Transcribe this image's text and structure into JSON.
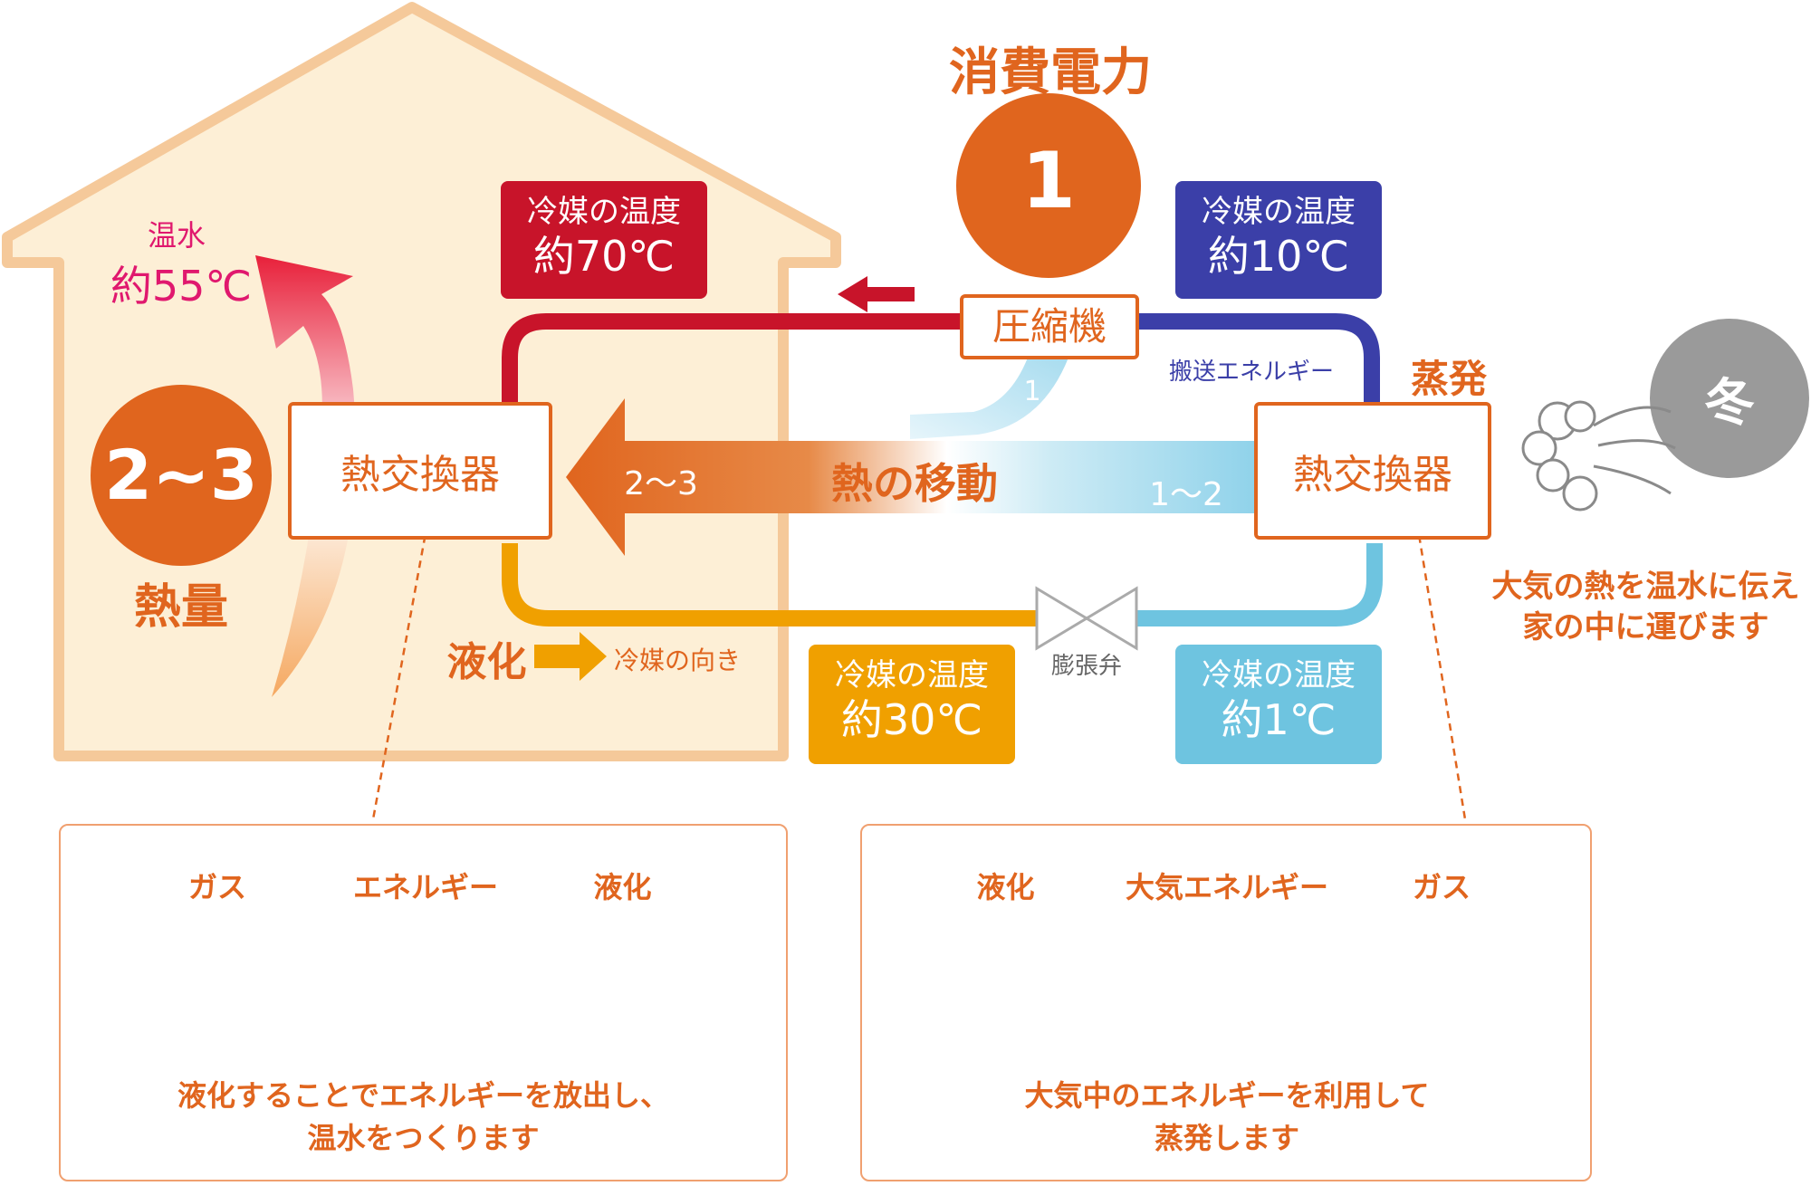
{
  "power": {
    "title": "消費電力",
    "value": "1"
  },
  "house": {
    "hot_water_label": "温水",
    "hot_water_temp": "約55℃",
    "heat_value": "2~3",
    "heat_label": "熱量"
  },
  "temps": {
    "top_left": {
      "label": "冷媒の温度",
      "value": "約70℃"
    },
    "top_right": {
      "label": "冷媒の温度",
      "value": "約10℃"
    },
    "bottom_left": {
      "label": "冷媒の温度",
      "value": "約30℃"
    },
    "bottom_right": {
      "label": "冷媒の温度",
      "value": "約1℃"
    }
  },
  "compressor": "圧縮機",
  "transport_energy": "搬送エネルギー",
  "transport_value": "1",
  "evaporation": "蒸発",
  "heat_exchanger_left": "熱交換器",
  "heat_exchanger_right": "熱交換器",
  "heat_transfer": {
    "label": "熱の移動",
    "left_value": "2～3",
    "right_value": "1～2"
  },
  "expansion_valve": "膨張弁",
  "liquefaction": "液化",
  "refrigerant_direction": "冷媒の向き",
  "winter": "冬",
  "side_note": [
    "大気の熱を温水に伝え",
    "家の中に運びます"
  ],
  "left_panel": {
    "gas": "ガス",
    "energy": "エネルギー",
    "liquid": "液化",
    "caption": [
      "液化することでエネルギーを放出し、",
      "温水をつくります"
    ]
  },
  "right_panel": {
    "liquid": "液化",
    "energy": "大気エネルギー",
    "gas": "ガス",
    "caption": [
      "大気中のエネルギーを利用して",
      "蒸発します"
    ]
  },
  "colors": {
    "orange": "#e0651e",
    "red": "#c8142a",
    "navy": "#3b3fa8",
    "light_blue": "#6ec4e0",
    "amber": "#f0a000",
    "pink": "#e0186e",
    "house_fill": "#fdefd6",
    "house_stroke": "#f5c99a"
  }
}
